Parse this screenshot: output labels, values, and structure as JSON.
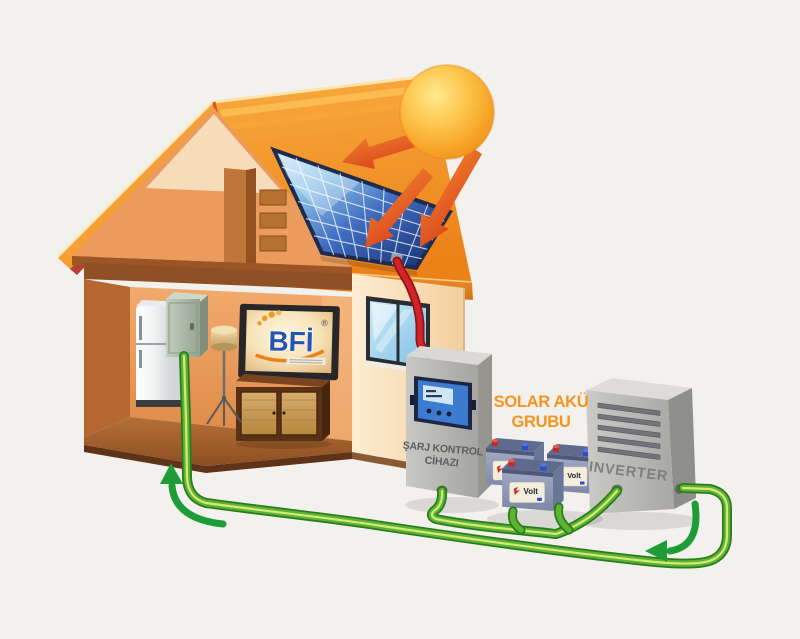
{
  "scene": {
    "background": "#f2f1ee"
  },
  "labels": {
    "battery_group": {
      "line1": "SOLAR AKÜ",
      "line2": "GRUBU",
      "color": "#f7941e"
    },
    "charge_controller": {
      "line1": "ŞARJ KONTROL",
      "line2": "CİHAZI",
      "color": "#5c5e60"
    },
    "inverter": {
      "text": "INVERTER",
      "color": "#7f7f7f"
    },
    "tv": {
      "logo": "BFİ",
      "registered": "®",
      "logo_color": "#2456b0",
      "swoosh_color": "#e8821e"
    },
    "battery": {
      "brand": "Volt"
    }
  },
  "colors": {
    "background": "#f2f1ee",
    "sun_core": "#ffe98e",
    "sun_edge": "#ef8d1a",
    "sunray_arrow": "#e8521e",
    "roof_orange": "#f29b2f",
    "roof_edge_red": "#b8402c",
    "wall_orange": "#eda266",
    "wall_cream": "#fbe5c4",
    "panel_blue_light": "#cfe9f7",
    "panel_blue_dark": "#142868",
    "cable_red": "#d2232a",
    "cable_red_dark": "#901318",
    "cable_green_dark": "#2b7a1e",
    "cable_green": "#5cb531",
    "cable_green_light": "#d5e87c",
    "flow_arrow_green": "#1e9c37",
    "equipment_gray": "#b3b2ae",
    "battery_blue": "#96a0bf"
  }
}
